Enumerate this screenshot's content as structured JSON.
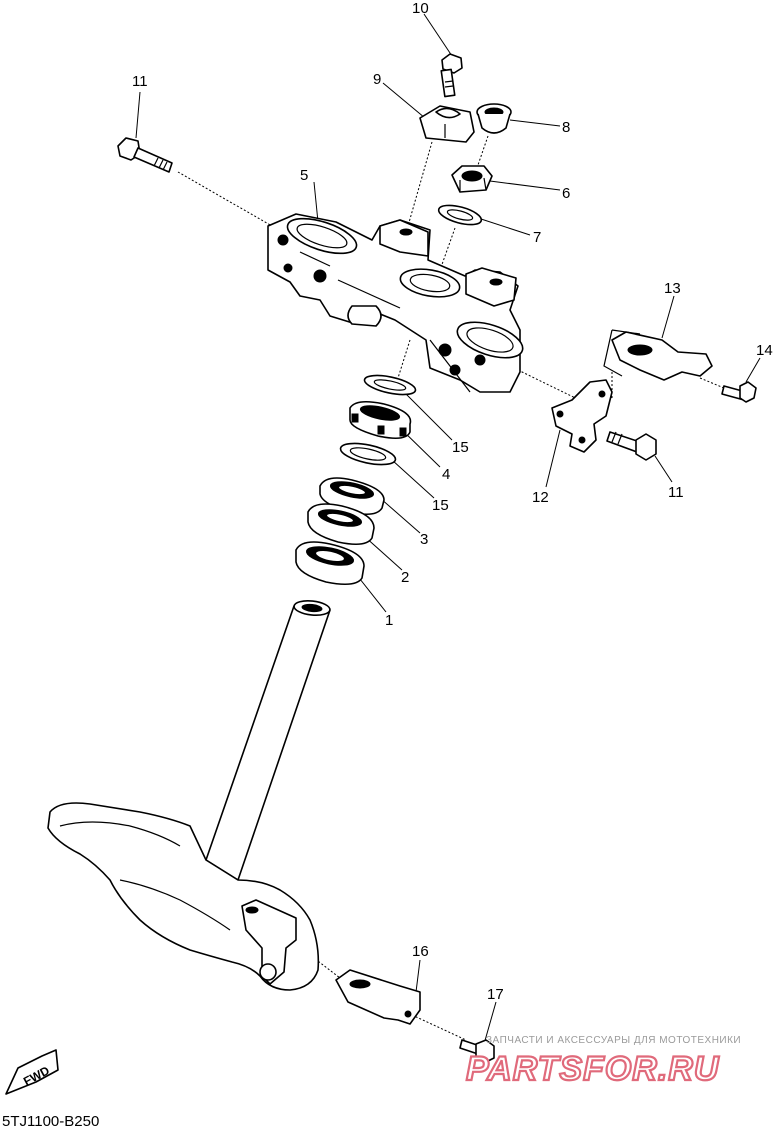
{
  "callouts": [
    {
      "id": "c10",
      "text": "10"
    },
    {
      "id": "c11a",
      "text": "11"
    },
    {
      "id": "c9",
      "text": "9"
    },
    {
      "id": "c8",
      "text": "8"
    },
    {
      "id": "c6",
      "text": "6"
    },
    {
      "id": "c5",
      "text": "5"
    },
    {
      "id": "c7",
      "text": "7"
    },
    {
      "id": "c13",
      "text": "13"
    },
    {
      "id": "c14",
      "text": "14"
    },
    {
      "id": "c15a",
      "text": "15"
    },
    {
      "id": "c4",
      "text": "4"
    },
    {
      "id": "c15b",
      "text": "15"
    },
    {
      "id": "c12",
      "text": "12"
    },
    {
      "id": "c11b",
      "text": "11"
    },
    {
      "id": "c3",
      "text": "3"
    },
    {
      "id": "c2",
      "text": "2"
    },
    {
      "id": "c1",
      "text": "1"
    },
    {
      "id": "c16",
      "text": "16"
    },
    {
      "id": "c17",
      "text": "17"
    }
  ],
  "fwd_label": "FWD",
  "figure_code": "5TJ1100-B250",
  "watermark": {
    "main": "PARTSFOR.RU",
    "sub": "ЗАПЧАСТИ И АКСЕССУАРЫ ДЛЯ МОТОТЕХНИКИ",
    "color": "#e06a7b"
  }
}
